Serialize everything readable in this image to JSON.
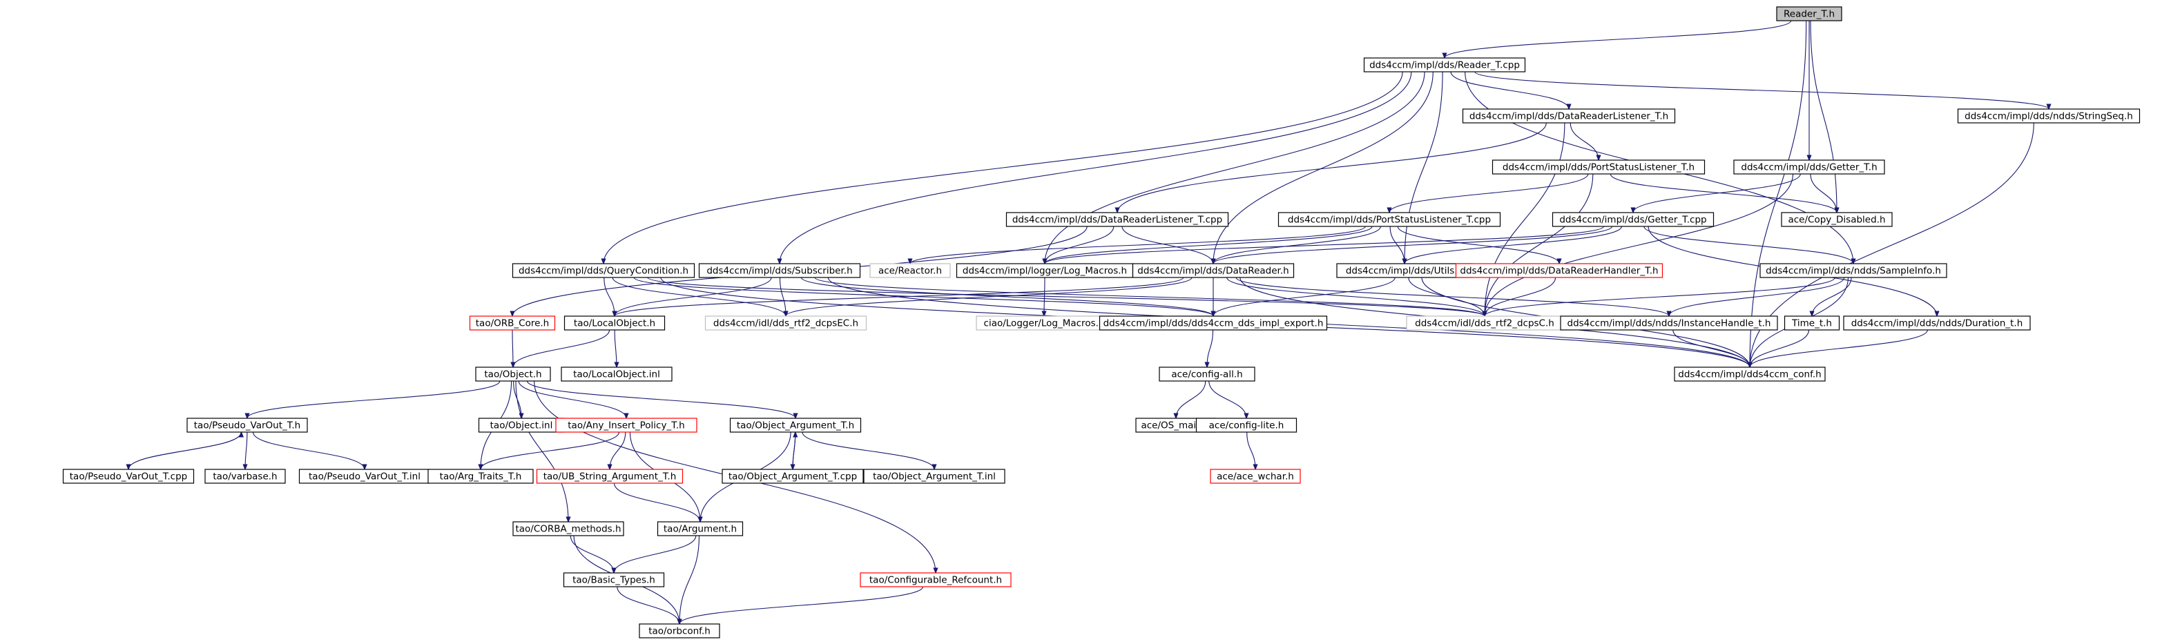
{
  "graph": {
    "colors": {
      "edge": "#191970",
      "root_fill": "#bfbfbf",
      "missing_border": "#ff0000",
      "external_border": "#bfbfbf"
    },
    "nodes": [
      {
        "id": "reader_t_h",
        "label": "Reader_T.h",
        "style": "root"
      },
      {
        "id": "reader_t_cpp",
        "label": "dds4ccm/impl/dds/Reader_T.cpp"
      },
      {
        "id": "drl_t_h",
        "label": "dds4ccm/impl/dds/DataReaderListener_T.h"
      },
      {
        "id": "stringseq_h",
        "label": "dds4ccm/impl/dds/ndds/StringSeq.h"
      },
      {
        "id": "psl_t_h",
        "label": "dds4ccm/impl/dds/PortStatusListener_T.h"
      },
      {
        "id": "getter_t_h",
        "label": "dds4ccm/impl/dds/Getter_T.h"
      },
      {
        "id": "drl_t_cpp",
        "label": "dds4ccm/impl/dds/DataReaderListener_T.cpp"
      },
      {
        "id": "psl_t_cpp",
        "label": "dds4ccm/impl/dds/PortStatusListener_T.cpp"
      },
      {
        "id": "getter_t_cpp",
        "label": "dds4ccm/impl/dds/Getter_T.cpp"
      },
      {
        "id": "copy_disabled_h",
        "label": "ace/Copy_Disabled.h"
      },
      {
        "id": "querycondition_h",
        "label": "dds4ccm/impl/dds/QueryCondition.h"
      },
      {
        "id": "subscriber_h",
        "label": "dds4ccm/impl/dds/Subscriber.h"
      },
      {
        "id": "reactor_h",
        "label": "ace/Reactor.h",
        "style": "gray"
      },
      {
        "id": "log_macros_h",
        "label": "dds4ccm/impl/logger/Log_Macros.h"
      },
      {
        "id": "datareader_h",
        "label": "dds4ccm/impl/dds/DataReader.h"
      },
      {
        "id": "utils_h",
        "label": "dds4ccm/impl/dds/Utils.h"
      },
      {
        "id": "drh_t_h",
        "label": "dds4ccm/impl/dds/DataReaderHandler_T.h",
        "style": "red"
      },
      {
        "id": "sampleinfo_h",
        "label": "dds4ccm/impl/dds/ndds/SampleInfo.h"
      },
      {
        "id": "orb_core_h",
        "label": "tao/ORB_Core.h",
        "style": "red"
      },
      {
        "id": "localobject_h",
        "label": "tao/LocalObject.h"
      },
      {
        "id": "dcpsec_h",
        "label": "dds4ccm/idl/dds_rtf2_dcpsEC.h",
        "style": "gray"
      },
      {
        "id": "ciao_log_macros_h",
        "label": "ciao/Logger/Log_Macros.h",
        "style": "gray"
      },
      {
        "id": "impl_export_h",
        "label": "dds4ccm/impl/dds/dds4ccm_dds_impl_export.h"
      },
      {
        "id": "dcpsc_h",
        "label": "dds4ccm/idl/dds_rtf2_dcpsC.h",
        "style": "gray"
      },
      {
        "id": "instancehandle_t_h",
        "label": "dds4ccm/impl/dds/ndds/InstanceHandle_t.h"
      },
      {
        "id": "time_t_h",
        "label": "Time_t.h"
      },
      {
        "id": "duration_t_h",
        "label": "dds4ccm/impl/dds/ndds/Duration_t.h"
      },
      {
        "id": "object_h",
        "label": "tao/Object.h"
      },
      {
        "id": "localobject_inl",
        "label": "tao/LocalObject.inl"
      },
      {
        "id": "config_all_h",
        "label": "ace/config-all.h"
      },
      {
        "id": "dds4ccm_conf_h",
        "label": "dds4ccm/impl/dds4ccm_conf.h"
      },
      {
        "id": "pseudo_varout_t_h",
        "label": "tao/Pseudo_VarOut_T.h"
      },
      {
        "id": "object_inl",
        "label": "tao/Object.inl"
      },
      {
        "id": "any_insert_policy_t_h",
        "label": "tao/Any_Insert_Policy_T.h",
        "style": "red"
      },
      {
        "id": "object_argument_t_h",
        "label": "tao/Object_Argument_T.h"
      },
      {
        "id": "os_main_h",
        "label": "ace/OS_main.h"
      },
      {
        "id": "config_lite_h",
        "label": "ace/config-lite.h"
      },
      {
        "id": "pseudo_varout_t_cpp",
        "label": "tao/Pseudo_VarOut_T.cpp"
      },
      {
        "id": "varbase_h",
        "label": "tao/varbase.h"
      },
      {
        "id": "pseudo_varout_t_inl",
        "label": "tao/Pseudo_VarOut_T.inl"
      },
      {
        "id": "arg_traits_t_h",
        "label": "tao/Arg_Traits_T.h"
      },
      {
        "id": "ub_string_argument_t_h",
        "label": "tao/UB_String_Argument_T.h",
        "style": "red"
      },
      {
        "id": "object_argument_t_cpp",
        "label": "tao/Object_Argument_T.cpp"
      },
      {
        "id": "object_argument_t_inl",
        "label": "tao/Object_Argument_T.inl"
      },
      {
        "id": "ace_wchar_h",
        "label": "ace/ace_wchar.h",
        "style": "red"
      },
      {
        "id": "corba_methods_h",
        "label": "tao/CORBA_methods.h"
      },
      {
        "id": "argument_h",
        "label": "tao/Argument.h"
      },
      {
        "id": "basic_types_h",
        "label": "tao/Basic_Types.h"
      },
      {
        "id": "configurable_refcount_h",
        "label": "tao/Configurable_Refcount.h",
        "style": "red"
      },
      {
        "id": "orbconf_h",
        "label": "tao/orbconf.h"
      }
    ],
    "edges": [
      [
        "reader_t_h",
        "reader_t_cpp"
      ],
      [
        "reader_t_h",
        "getter_t_h"
      ],
      [
        "reader_t_h",
        "copy_disabled_h"
      ],
      [
        "reader_t_h",
        "dds4ccm_conf_h"
      ],
      [
        "reader_t_cpp",
        "drl_t_h"
      ],
      [
        "reader_t_cpp",
        "stringseq_h"
      ],
      [
        "reader_t_cpp",
        "querycondition_h"
      ],
      [
        "reader_t_cpp",
        "subscriber_h"
      ],
      [
        "reader_t_cpp",
        "log_macros_h"
      ],
      [
        "reader_t_cpp",
        "datareader_h"
      ],
      [
        "reader_t_cpp",
        "utils_h"
      ],
      [
        "reader_t_cpp",
        "sampleinfo_h"
      ],
      [
        "drl_t_h",
        "psl_t_h"
      ],
      [
        "drl_t_h",
        "drl_t_cpp"
      ],
      [
        "drl_t_h",
        "dcpsc_h"
      ],
      [
        "stringseq_h",
        "dds4ccm_conf_h"
      ],
      [
        "psl_t_h",
        "psl_t_cpp"
      ],
      [
        "psl_t_h",
        "copy_disabled_h"
      ],
      [
        "psl_t_h",
        "dcpsc_h"
      ],
      [
        "getter_t_h",
        "getter_t_cpp"
      ],
      [
        "getter_t_h",
        "copy_disabled_h"
      ],
      [
        "getter_t_h",
        "dcpsc_h"
      ],
      [
        "drl_t_cpp",
        "orb_core_h"
      ],
      [
        "drl_t_cpp",
        "log_macros_h"
      ],
      [
        "drl_t_cpp",
        "datareader_h"
      ],
      [
        "psl_t_cpp",
        "reactor_h"
      ],
      [
        "psl_t_cpp",
        "log_macros_h"
      ],
      [
        "psl_t_cpp",
        "utils_h"
      ],
      [
        "psl_t_cpp",
        "drh_t_h"
      ],
      [
        "psl_t_cpp",
        "datareader_h"
      ],
      [
        "getter_t_cpp",
        "log_macros_h"
      ],
      [
        "getter_t_cpp",
        "utils_h"
      ],
      [
        "getter_t_cpp",
        "duration_t_h"
      ],
      [
        "getter_t_cpp",
        "sampleinfo_h"
      ],
      [
        "getter_t_cpp",
        "datareader_h"
      ],
      [
        "querycondition_h",
        "localobject_h"
      ],
      [
        "querycondition_h",
        "dcpsec_h"
      ],
      [
        "querycondition_h",
        "dcpsc_h"
      ],
      [
        "querycondition_h",
        "impl_export_h"
      ],
      [
        "querycondition_h",
        "dds4ccm_conf_h"
      ],
      [
        "subscriber_h",
        "localobject_h"
      ],
      [
        "subscriber_h",
        "dcpsec_h"
      ],
      [
        "subscriber_h",
        "dcpsc_h"
      ],
      [
        "subscriber_h",
        "impl_export_h"
      ],
      [
        "subscriber_h",
        "dds4ccm_conf_h"
      ],
      [
        "log_macros_h",
        "ciao_log_macros_h"
      ],
      [
        "datareader_h",
        "localobject_h"
      ],
      [
        "datareader_h",
        "dcpsec_h"
      ],
      [
        "datareader_h",
        "dcpsc_h"
      ],
      [
        "datareader_h",
        "impl_export_h"
      ],
      [
        "datareader_h",
        "instancehandle_t_h"
      ],
      [
        "datareader_h",
        "dds4ccm_conf_h"
      ],
      [
        "utils_h",
        "impl_export_h"
      ],
      [
        "utils_h",
        "dcpsc_h"
      ],
      [
        "utils_h",
        "dds4ccm_conf_h"
      ],
      [
        "drh_t_h",
        "dcpsc_h"
      ],
      [
        "sampleinfo_h",
        "dcpsc_h"
      ],
      [
        "sampleinfo_h",
        "instancehandle_t_h"
      ],
      [
        "sampleinfo_h",
        "time_t_h"
      ],
      [
        "sampleinfo_h",
        "dds4ccm_conf_h"
      ],
      [
        "orb_core_h",
        "object_h"
      ],
      [
        "localobject_h",
        "object_h"
      ],
      [
        "localobject_h",
        "localobject_inl"
      ],
      [
        "impl_export_h",
        "config_all_h"
      ],
      [
        "instancehandle_t_h",
        "dds4ccm_conf_h"
      ],
      [
        "time_t_h",
        "dds4ccm_conf_h"
      ],
      [
        "duration_t_h",
        "dds4ccm_conf_h"
      ],
      [
        "object_h",
        "pseudo_varout_t_h"
      ],
      [
        "object_h",
        "object_inl"
      ],
      [
        "object_h",
        "any_insert_policy_t_h"
      ],
      [
        "object_h",
        "object_argument_t_h"
      ],
      [
        "object_h",
        "arg_traits_t_h"
      ],
      [
        "object_h",
        "corba_methods_h"
      ],
      [
        "object_h",
        "configurable_refcount_h"
      ],
      [
        "config_all_h",
        "os_main_h"
      ],
      [
        "config_all_h",
        "config_lite_h"
      ],
      [
        "pseudo_varout_t_h",
        "pseudo_varout_t_cpp"
      ],
      [
        "pseudo_varout_t_h",
        "varbase_h"
      ],
      [
        "pseudo_varout_t_h",
        "pseudo_varout_t_inl"
      ],
      [
        "pseudo_varout_t_cpp",
        "pseudo_varout_t_h"
      ],
      [
        "any_insert_policy_t_h",
        "arg_traits_t_h"
      ],
      [
        "any_insert_policy_t_h",
        "ub_string_argument_t_h"
      ],
      [
        "any_insert_policy_t_h",
        "argument_h"
      ],
      [
        "object_argument_t_h",
        "object_argument_t_cpp"
      ],
      [
        "object_argument_t_h",
        "object_argument_t_inl"
      ],
      [
        "object_argument_t_h",
        "argument_h"
      ],
      [
        "object_argument_t_cpp",
        "object_argument_t_h"
      ],
      [
        "config_lite_h",
        "ace_wchar_h"
      ],
      [
        "ub_string_argument_t_h",
        "argument_h"
      ],
      [
        "corba_methods_h",
        "basic_types_h"
      ],
      [
        "corba_methods_h",
        "orbconf_h"
      ],
      [
        "argument_h",
        "basic_types_h"
      ],
      [
        "argument_h",
        "orbconf_h"
      ],
      [
        "basic_types_h",
        "orbconf_h"
      ],
      [
        "configurable_refcount_h",
        "orbconf_h"
      ]
    ]
  }
}
